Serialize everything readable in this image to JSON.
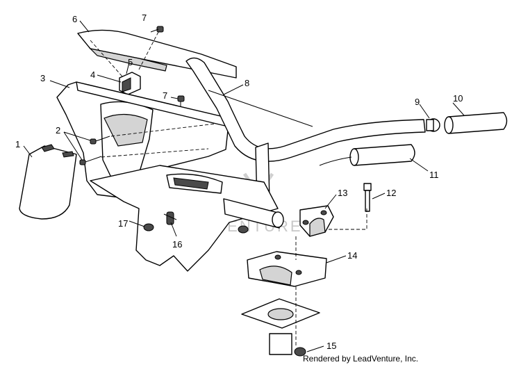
{
  "callouts": [
    {
      "id": "c1",
      "label": "1"
    },
    {
      "id": "c2",
      "label": "2"
    },
    {
      "id": "c3",
      "label": "3"
    },
    {
      "id": "c4",
      "label": "4"
    },
    {
      "id": "c5",
      "label": "5"
    },
    {
      "id": "c6",
      "label": "6"
    },
    {
      "id": "c7a",
      "label": "7"
    },
    {
      "id": "c7b",
      "label": "7"
    },
    {
      "id": "c8",
      "label": "8"
    },
    {
      "id": "c9",
      "label": "9"
    },
    {
      "id": "c10",
      "label": "10"
    },
    {
      "id": "c11",
      "label": "11"
    },
    {
      "id": "c12",
      "label": "12"
    },
    {
      "id": "c13",
      "label": "13"
    },
    {
      "id": "c14",
      "label": "14"
    },
    {
      "id": "c15",
      "label": "15"
    },
    {
      "id": "c16",
      "label": "16"
    },
    {
      "id": "c17",
      "label": "17"
    }
  ],
  "watermark": "LEADVENTURE",
  "credit": "Rendered by LeadVenture, Inc."
}
